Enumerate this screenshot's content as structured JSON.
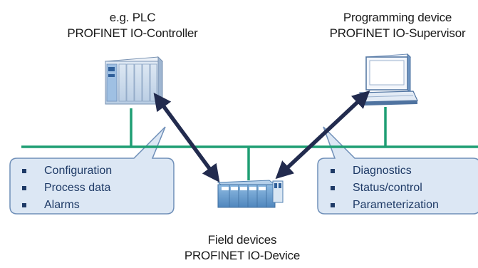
{
  "labels": {
    "controller_line1": "e.g. PLC",
    "controller_line2": "PROFINET IO-Controller",
    "supervisor_line1": "Programming device",
    "supervisor_line2": "PROFINET IO-Supervisor",
    "device_line1": "Field devices",
    "device_line2": "PROFINET IO-Device"
  },
  "controller_bubble": {
    "items": [
      "Configuration",
      "Process data",
      "Alarms"
    ]
  },
  "supervisor_bubble": {
    "items": [
      "Diagnostics",
      "Status/control",
      "Parameterization"
    ]
  },
  "colors": {
    "bus": "#1e9e73",
    "arrow": "#222b4e",
    "bubble_fill": "#dce7f4",
    "bubble_stroke": "#6f8fb8",
    "device_blue": "#6b9fd0",
    "bullet_text": "#1e3a66"
  },
  "icons": {
    "controller": "plc-rack-icon",
    "supervisor": "computer-icon",
    "field_device": "io-device-rack-icon"
  }
}
